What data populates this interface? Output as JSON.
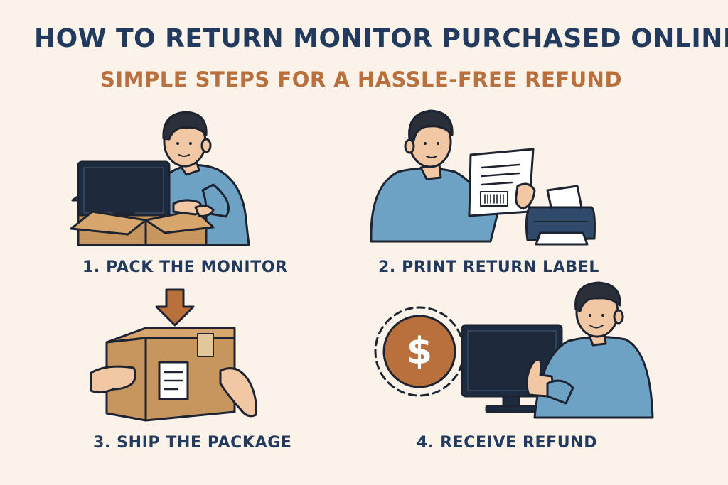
{
  "header": {
    "title": "HOW TO RETURN MONITOR PURCHASED ONLINE:",
    "subtitle": "SIMPLE STEPS FOR A HASSLE-FREE REFUND"
  },
  "steps": [
    {
      "label": "1. PACK THE MONITOR",
      "icon": "pack-monitor-illustration"
    },
    {
      "label": "2. PRINT RETURN LABEL",
      "icon": "print-label-illustration"
    },
    {
      "label": "3. SHIP THE PACKAGE",
      "icon": "ship-package-illustration"
    },
    {
      "label": "4. RECEIVE REFUND",
      "icon": "receive-refund-illustration"
    }
  ],
  "refund_coin_symbol": "$",
  "colors": {
    "background": "#fbf3ea",
    "title": "#223a5e",
    "subtitle": "#b9703d",
    "shirt": "#6ea2c4",
    "box": "#c7965e",
    "screen": "#1c2b40",
    "coin": "#b9703d"
  }
}
